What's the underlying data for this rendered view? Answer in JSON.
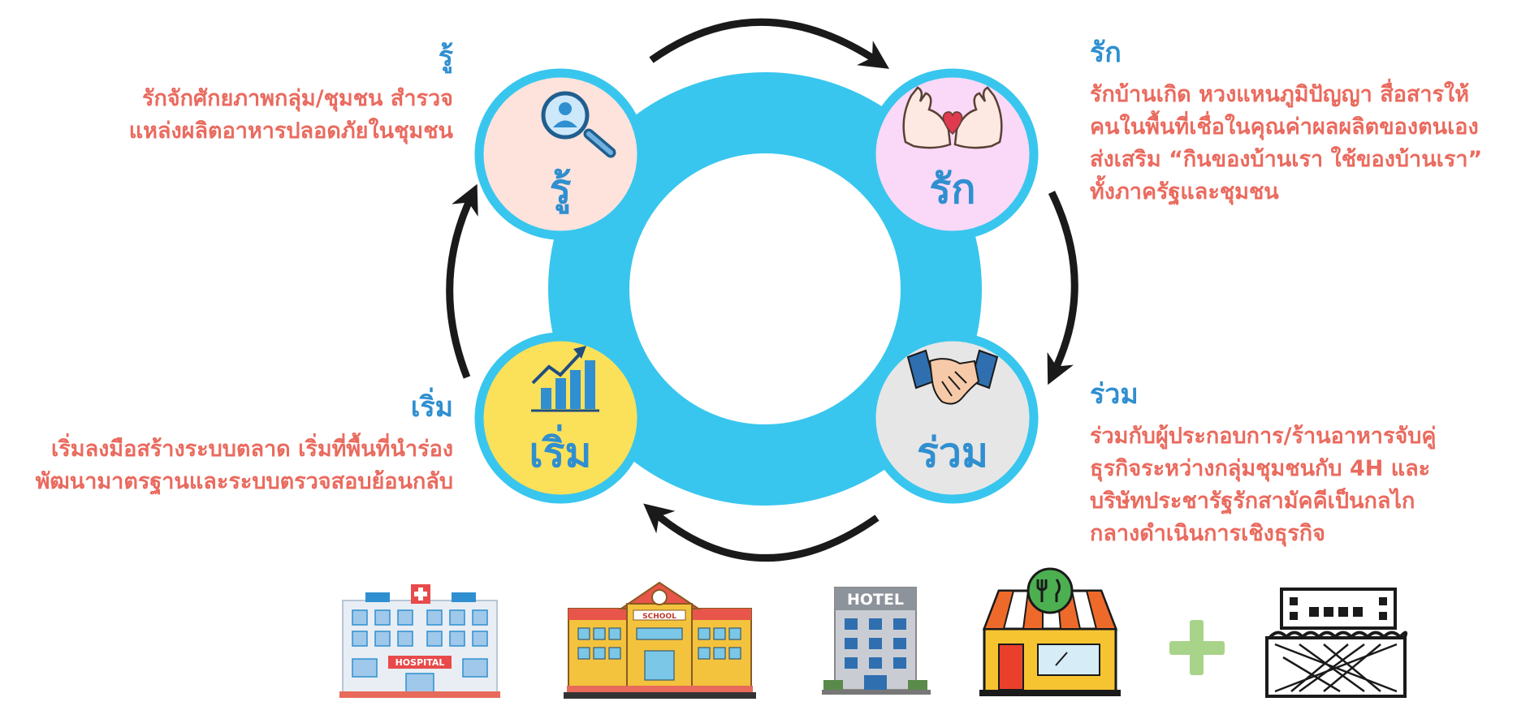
{
  "nodes": {
    "ru": {
      "label": "รู้",
      "heading": "รู้",
      "lines": [
        "รักจักศักยภาพกลุ่ม/ชุมชน สำรวจ",
        "แหล่งผลิตอาหารปลอดภัยในชุมชน"
      ],
      "fill": "#fde3dc",
      "icon": "magnifier-person-icon"
    },
    "rak": {
      "label": "รัก",
      "heading": "รัก",
      "lines": [
        "รักบ้านเกิด หวงแหนภูมิปัญญา สื่อสารให้",
        "คนในพื้นที่เชื่อในคุณค่าผลผลิตของตนเอง",
        "ส่งเสริม “กินของบ้านเรา ใช้ของบ้านเรา”",
        "ทั้งภาครัฐและชุมชน"
      ],
      "fill": "#f9d9f7",
      "icon": "heart-hands-icon"
    },
    "ruam": {
      "label": "ร่วม",
      "heading": "ร่วม",
      "lines": [
        "ร่วมกับผู้ประกอบการ/ร้านอาหารจับคู่",
        "ธุรกิจระหว่างกลุ่มชุมชนกับ 4H และ",
        "บริษัทประชารัฐรักสามัคคีเป็นกลไก",
        "กลางดำเนินการเชิงธุรกิจ"
      ],
      "fill": "#e6e6e6",
      "icon": "handshake-icon"
    },
    "roem": {
      "label": "เริ่ม",
      "heading": "เริ่ม",
      "lines": [
        "เริ่มลงมือสร้างระบบตลาด เริ่มที่พื้นที่นำร่อง",
        "พัฒนามาตรฐานและระบบตรวจสอบย้อนกลับ"
      ],
      "fill": "#fbe05a",
      "icon": "growth-chart-icon"
    }
  },
  "buildings": {
    "hospital_sign": "HOSPITAL",
    "school_sign": "SCHOOL",
    "hotel_sign": "HOTEL",
    "restaurant_icon": "restaurant-icon",
    "market_icon": "market-building-icon",
    "plus_icon": "plus-icon"
  },
  "colors": {
    "ring": "#38c6ee",
    "heading": "#2f8fd0",
    "description": "#ea6a5e",
    "arrow": "#1a1a1a",
    "plus": "#a8d48a"
  }
}
